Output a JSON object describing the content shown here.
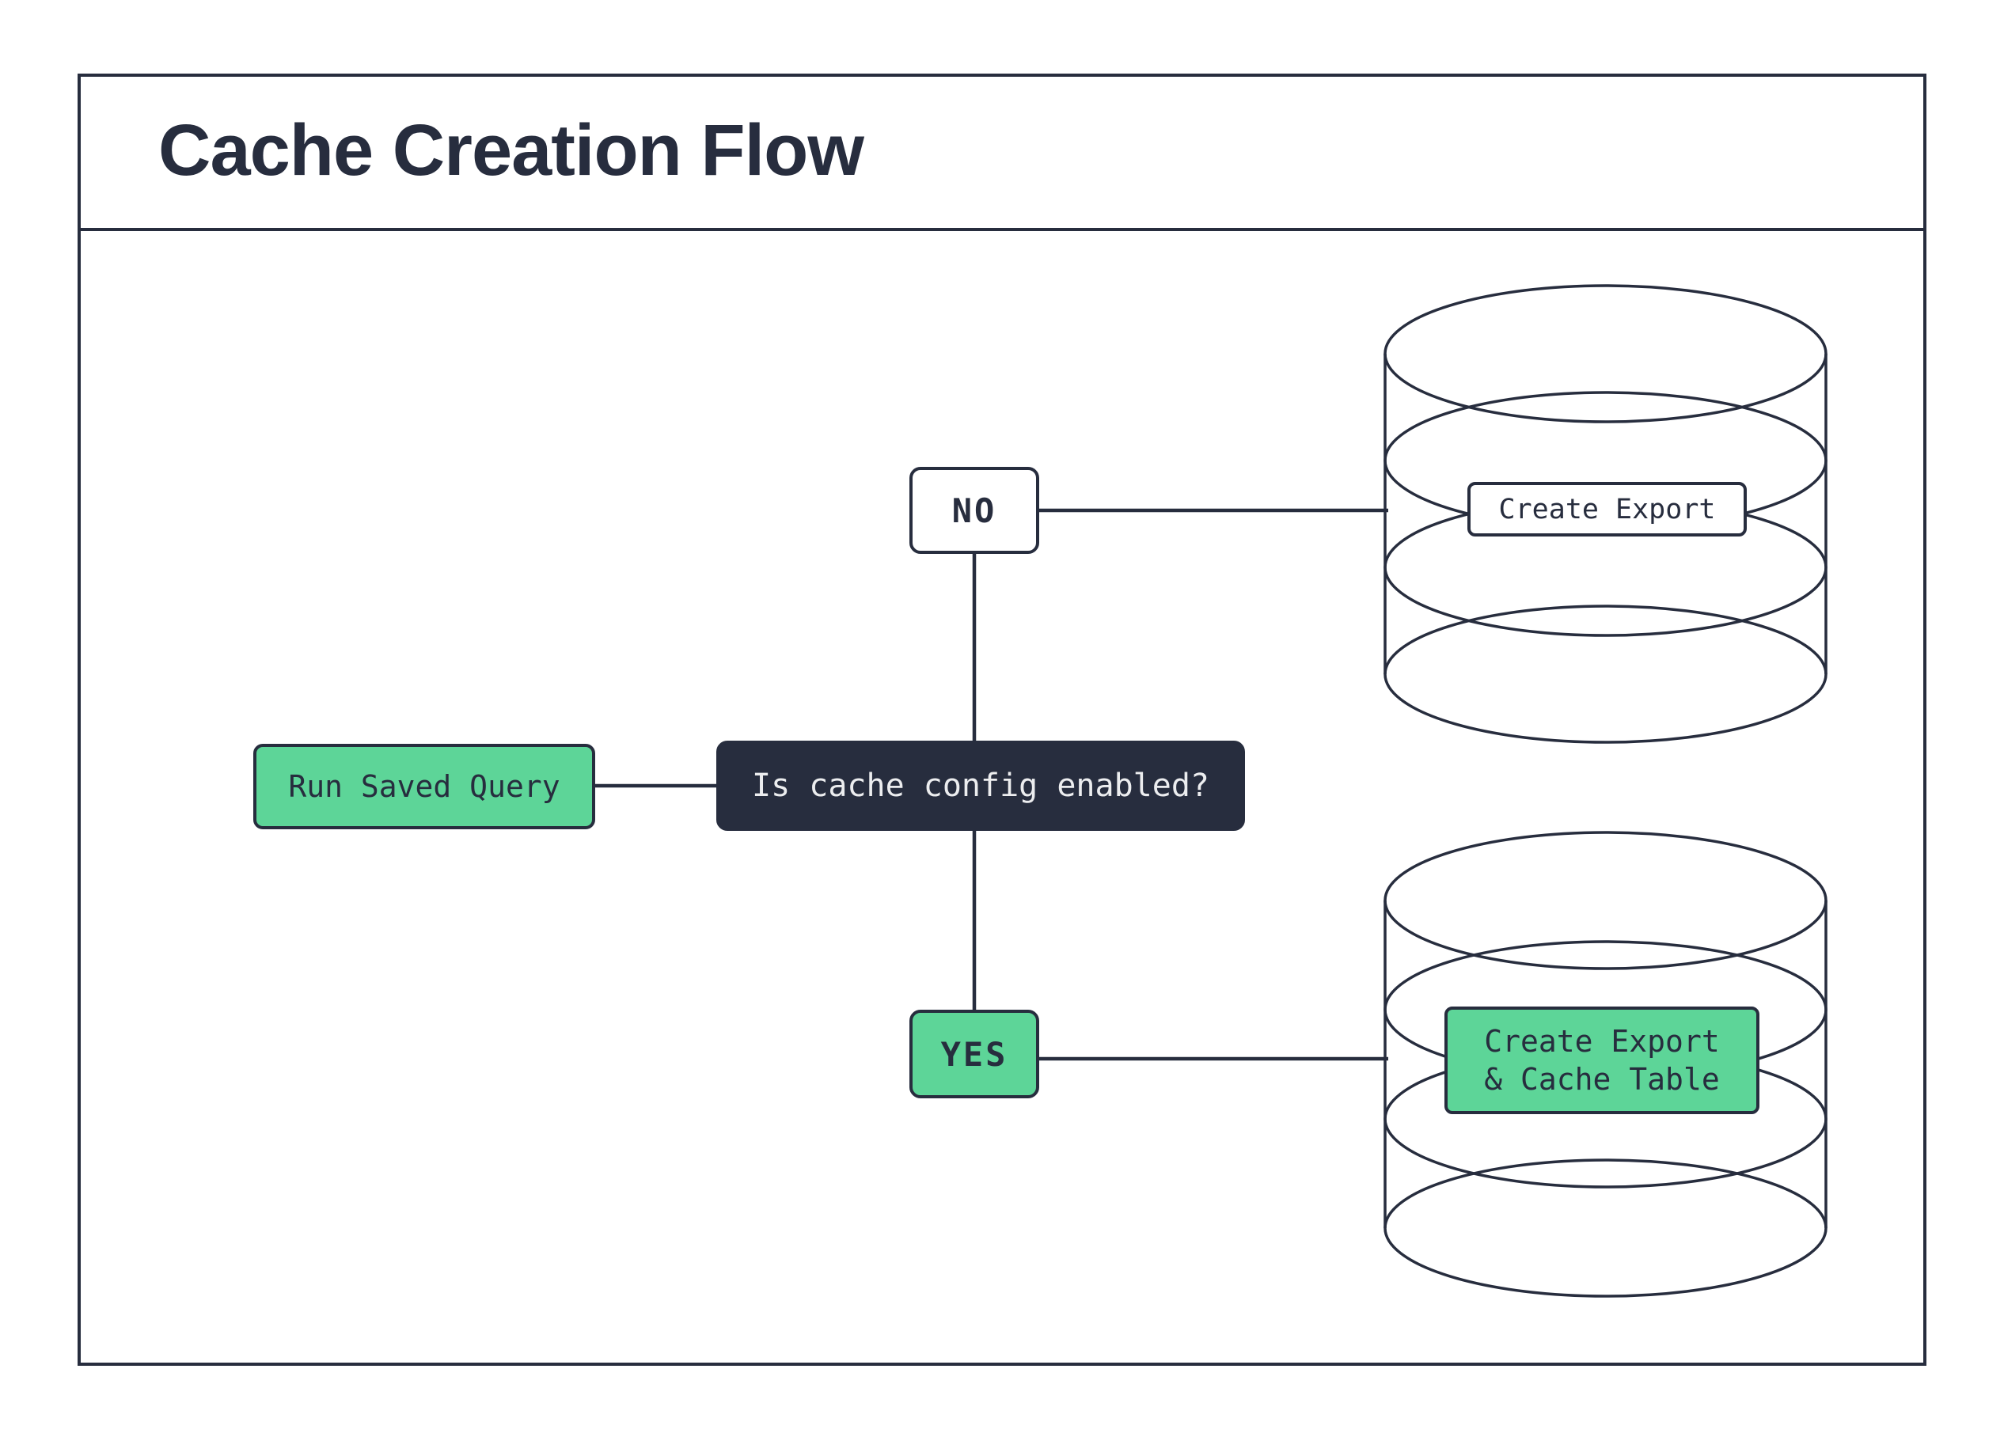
{
  "title": "Cache Creation Flow",
  "colors": {
    "ink": "#272D3E",
    "green": "#5DD598",
    "paper": "#FFFFFF",
    "light_text": "#ECEDEF"
  },
  "flow": {
    "start": {
      "label": "Run Saved Query"
    },
    "decision": {
      "label": "Is cache config enabled?"
    },
    "branch_no": {
      "label": "NO"
    },
    "branch_yes": {
      "label": "YES"
    },
    "no_result": {
      "label": "Create Export"
    },
    "yes_result": {
      "label_line1": "Create Export",
      "label_line2": "& Cache Table"
    }
  }
}
